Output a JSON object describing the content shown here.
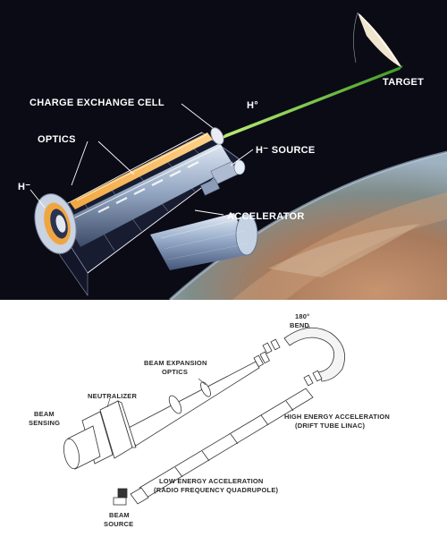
{
  "illustration": {
    "labels": {
      "charge_exchange_cell": "CHARGE EXCHANGE CELL",
      "optics": "OPTICS",
      "h_minus": "H⁻",
      "h_zero": "H°",
      "h_minus_source": "H⁻ SOURCE",
      "accelerator": "ACCELERATOR",
      "target": "TARGET"
    },
    "colors": {
      "space": "#0b0b16",
      "beam": "#7fd84a",
      "earth_land": "#b07e5a",
      "earth_sea": "#6a8aa0"
    }
  },
  "schematic": {
    "labels": {
      "bend_line1": "180°",
      "bend_line2": "BEND",
      "beam_expansion_line1": "BEAM EXPANSION",
      "beam_expansion_line2": "OPTICS",
      "neutralizer": "NEUTRALIZER",
      "beam_sensing_line1": "BEAM",
      "beam_sensing_line2": "SENSING",
      "high_energy_line1": "HIGH ENERGY ACCELERATION",
      "high_energy_line2": "(DRIFT TUBE LINAC)",
      "low_energy_line1": "LOW ENERGY ACCELERATION",
      "low_energy_line2": "(RADIO FREQUENCY QUADRUPOLE)",
      "beam_source_line1": "BEAM",
      "beam_source_line2": "SOURCE"
    }
  }
}
